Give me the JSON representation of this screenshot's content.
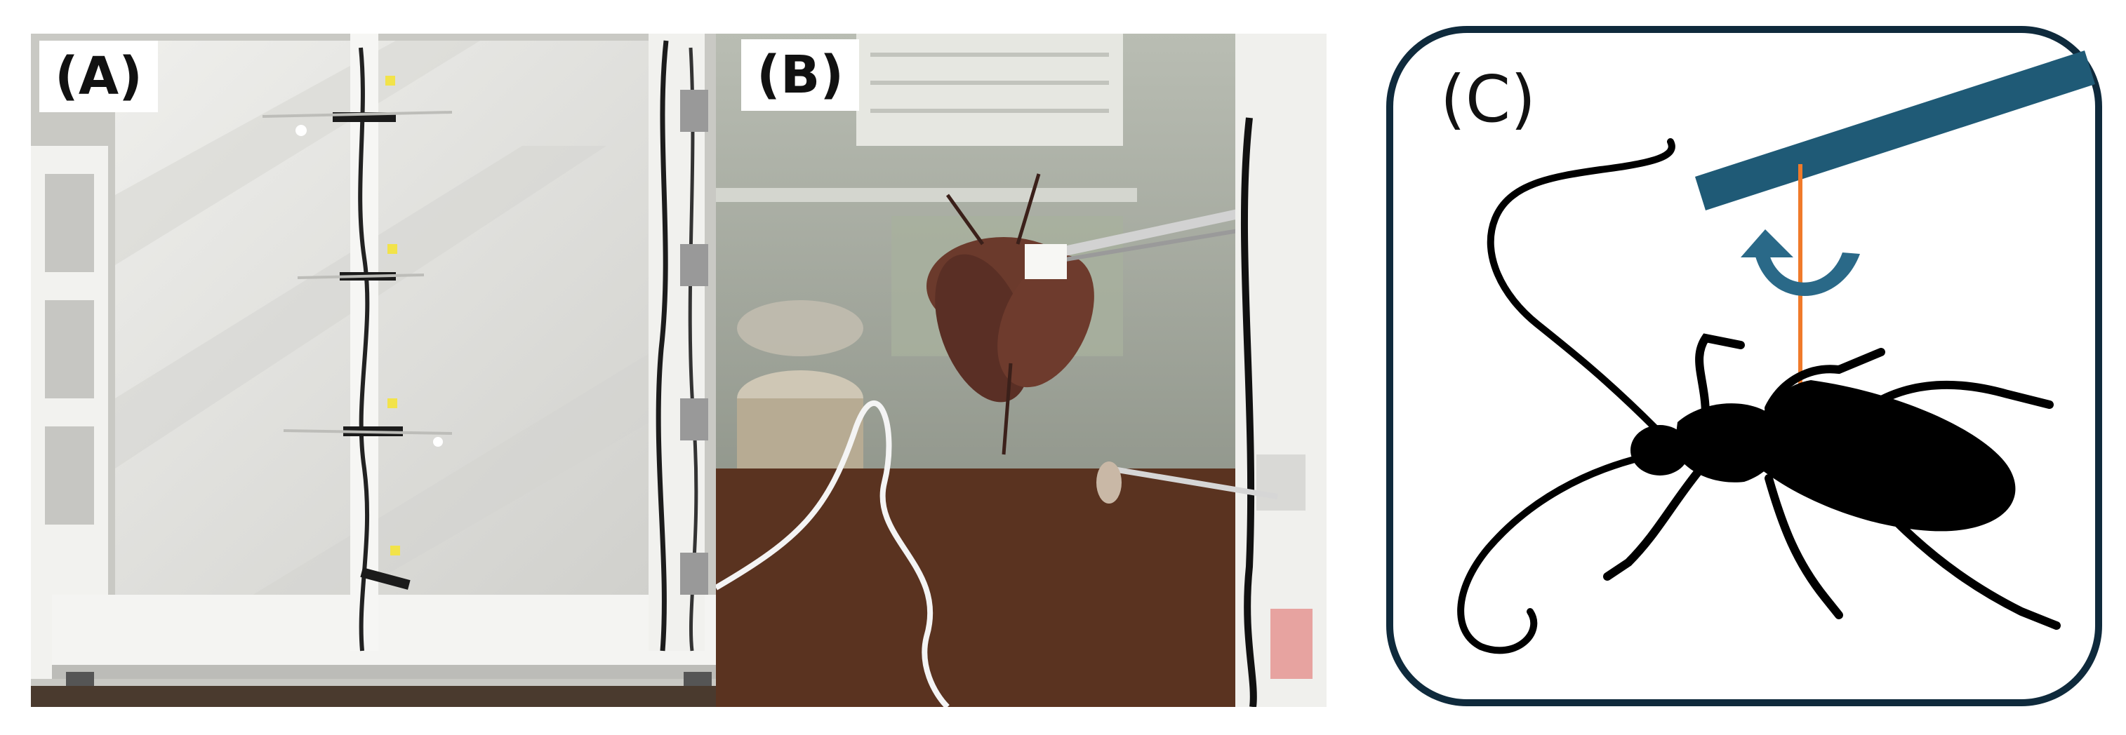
{
  "panels": {
    "a": {
      "label": "(A)"
    },
    "b": {
      "label": "(B)"
    },
    "c": {
      "label": "(C)"
    }
  },
  "colors": {
    "frame_border": "#0f2a3c",
    "bar_fill": "#1f5a76",
    "filament": "#f07a2a",
    "rotation_arrow": "#2a6988",
    "beetle": "#000000"
  }
}
